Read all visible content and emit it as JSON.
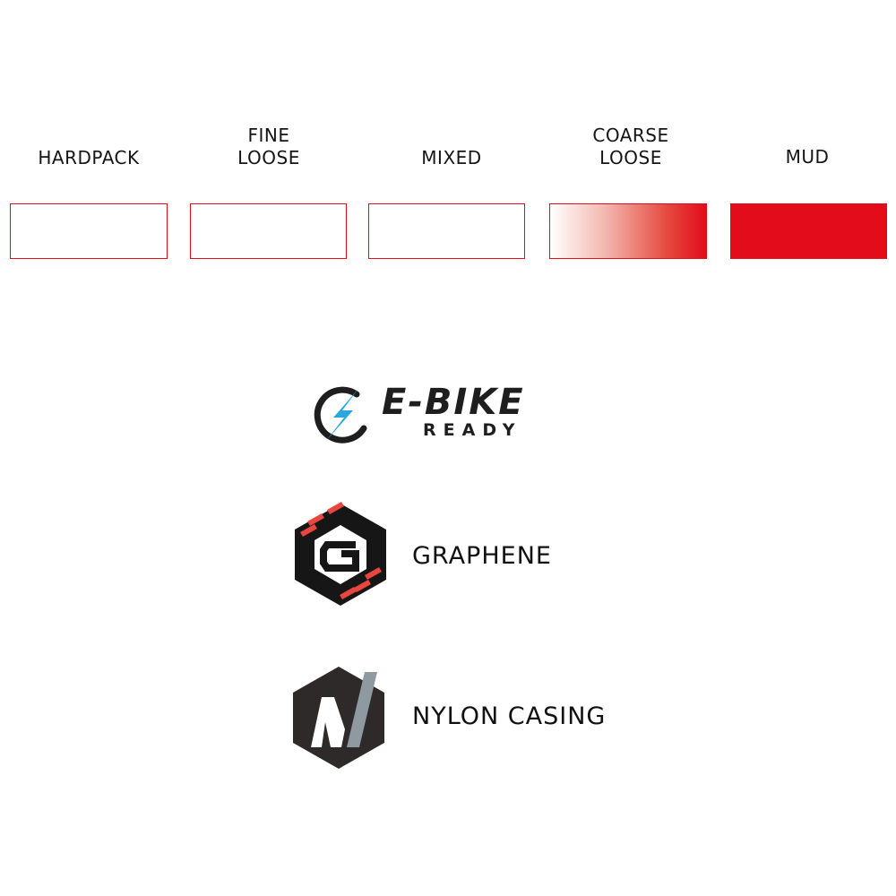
{
  "terrain": {
    "items": [
      {
        "label": "HARDPACK",
        "level": 0
      },
      {
        "label": "FINE\nLOOSE",
        "level": 0
      },
      {
        "label": "MIXED",
        "level": 0
      },
      {
        "label": "COARSE\nLOOSE",
        "level": 0.5
      },
      {
        "label": "MUD",
        "level": 1
      }
    ],
    "accent_color": "#e30c1b"
  },
  "ebike": {
    "title": "E-BIKE",
    "subtitle": "READY",
    "icon": "lightning-bolt-icon",
    "bolt_color": "#2aa7dc"
  },
  "features": [
    {
      "icon": "graphene-hex-icon",
      "label": "GRAPHENE"
    },
    {
      "icon": "nylon-casing-hex-icon",
      "label": "NYLON CASING"
    }
  ]
}
